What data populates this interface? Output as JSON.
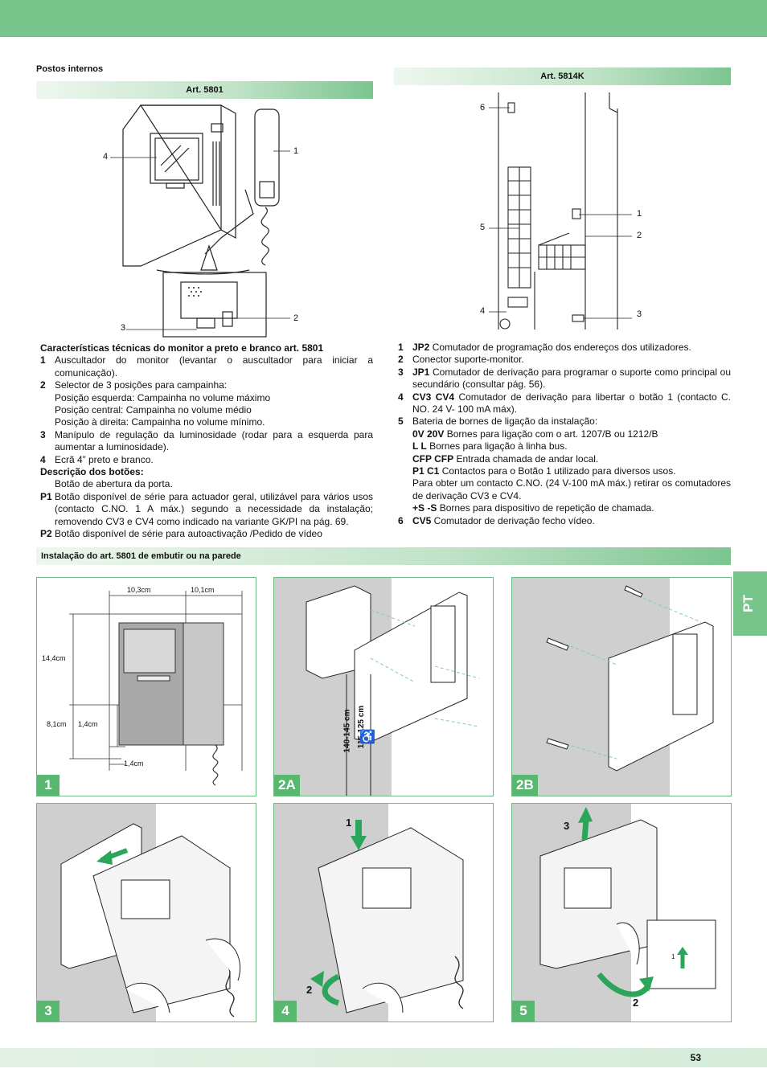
{
  "page": {
    "number": "53",
    "language_tab": "PT"
  },
  "left": {
    "section_title": "Postos internos",
    "article_bar": "Art. 5801",
    "callouts": [
      "1",
      "2",
      "3",
      "4"
    ],
    "heading": "Características técnicas do monitor a preto e branco art. 5801",
    "items": [
      {
        "num": "1",
        "text": "Auscultador do monitor (levantar o auscultador para iniciar a comunicação)."
      },
      {
        "num": "2",
        "text": "Selector de 3 posições para campainha:"
      },
      {
        "num": "",
        "text": "Posição esquerda: Campainha no volume máximo"
      },
      {
        "num": "",
        "text": "Posição central: Campainha no volume médio"
      },
      {
        "num": "",
        "text": "Posição à direita: Campainha no volume mínimo."
      },
      {
        "num": "3",
        "text": "Manípulo de regulação da luminosidade (rodar para a esquerda para aumentar a luminosidade)."
      },
      {
        "num": "4",
        "text": "Ecrã 4” preto e branco."
      }
    ],
    "buttons_heading": "Descrição dos botões:",
    "buttons": [
      {
        "num": "",
        "text": "Botão de abertura da porta."
      },
      {
        "num": "P1",
        "text": "Botão disponível de série para actuador geral, utilizável para vários usos (contacto C.NO. 1 A máx.) segundo a necessidade da instalação; removendo CV3 e CV4 como indicado na variante GK/PI na pág. 69."
      },
      {
        "num": "P2",
        "text": "Botão disponível de série para autoactivação /Pedido de vídeo"
      }
    ]
  },
  "right": {
    "article_bar": "Art. 5814K",
    "callouts": [
      "1",
      "2",
      "3",
      "4",
      "5",
      "6"
    ],
    "items": [
      {
        "num": "1",
        "label": "JP2",
        "text": " Comutador de programação dos endereços dos utilizadores."
      },
      {
        "num": "2",
        "label": "",
        "text": "Conector suporte-monitor."
      },
      {
        "num": "3",
        "label": "JP1",
        "text": " Comutador de derivação para programar o suporte como principal ou secundário (consultar pág. 56)."
      },
      {
        "num": "4",
        "label": "CV3 CV4",
        "text": " Comutador de derivação para libertar o botão 1 (contacto C. NO. 24 V- 100 mA máx)."
      },
      {
        "num": "5",
        "label": "",
        "text": "Bateria de bornes de ligação da instalação:"
      }
    ],
    "terminals": [
      {
        "label": "0V 20V",
        "text": " Bornes para ligação com o art. 1207/B ou 1212/B"
      },
      {
        "label": "L L",
        "text": " Bornes para ligação à linha bus."
      },
      {
        "label": "CFP CFP",
        "text": " Entrada chamada de andar local."
      },
      {
        "label": "P1 C1",
        "text": " Contactos para o Botão 1 utilizado para diversos usos."
      },
      {
        "label": "",
        "text": "Para obter um contacto C.NO. (24 V-100 mA máx.) retirar os comutadores de derivação CV3 e CV4."
      },
      {
        "label": "+S -S",
        "text": " Bornes para dispositivo de repetição de chamada."
      }
    ],
    "last_item": {
      "num": "6",
      "label": "CV5",
      "text": " Comutador de derivação fecho vídeo."
    }
  },
  "installation": {
    "bar": "Instalação do art. 5801 de embutir ou na parede",
    "panels": [
      {
        "badge": "1"
      },
      {
        "badge": "2A"
      },
      {
        "badge": "2B"
      },
      {
        "badge": "3"
      },
      {
        "badge": "4"
      },
      {
        "badge": "5"
      }
    ],
    "dimensions": {
      "width_a": "10,3cm",
      "width_b": "10,1cm",
      "height_a": "14,4cm",
      "height_b": "8,1cm",
      "offset_a": "1,4cm",
      "offset_b": "1,4cm"
    },
    "heights": {
      "range_a": "140-145 cm",
      "range_b": "115-125 cm"
    },
    "step_numbers": {
      "panel4_a": "1",
      "panel4_b": "2",
      "panel5_a": "3",
      "panel5_b": "2",
      "panel5_c": "1"
    }
  },
  "colors": {
    "green_bar": "#78c58b",
    "badge": "#58b870",
    "arrow": "#2aa55a"
  }
}
